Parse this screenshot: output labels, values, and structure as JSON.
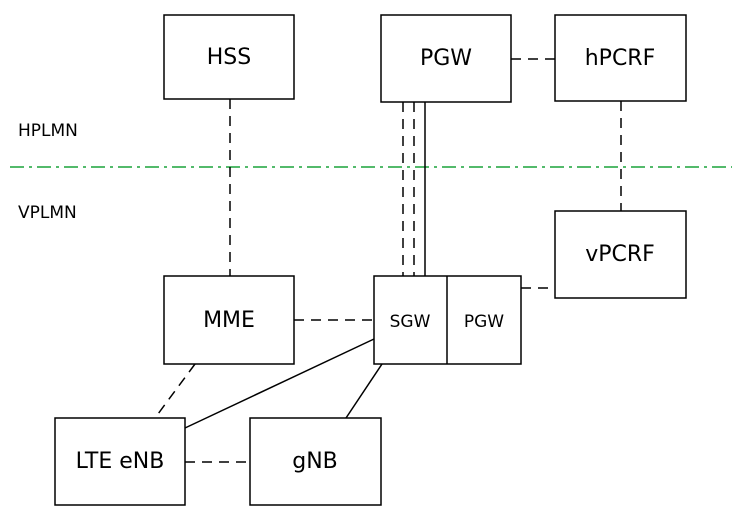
{
  "zones": {
    "home": "HPLMN",
    "visited": "VPLMN",
    "divider_color": "#1aa33a"
  },
  "nodes": {
    "hss": "HSS",
    "pgw_home": "PGW",
    "hpcrf": "hPCRF",
    "vpcrf": "vPCRF",
    "mme": "MME",
    "sgw": "SGW",
    "pgw_visited": "PGW",
    "lte_enb": "LTE eNB",
    "gnb": "gNB"
  }
}
